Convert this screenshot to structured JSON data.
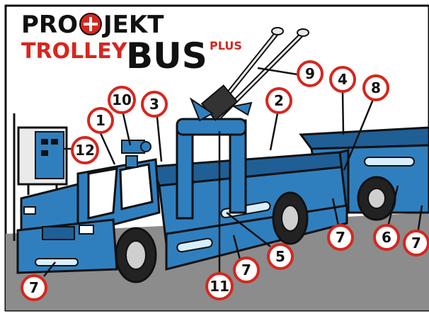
{
  "logo": {
    "line1_part1": "PRO",
    "line1_part2": "JEKT",
    "line2_trolley": "TROLLEY",
    "line2_bus": "BUS",
    "line2_plus": "PLUS",
    "cross_icon": "plus-cross-icon"
  },
  "colors": {
    "vehicle_blue": "#2f7fbf",
    "vehicle_blue_dark": "#1f5f96",
    "highlight": "#d8eefb",
    "badge_red": "#d7261e",
    "logo_black": "#111111",
    "logo_red": "#d7261e",
    "ground": "#8c8c8c"
  },
  "callouts": [
    {
      "id": "1",
      "label": "1"
    },
    {
      "id": "2",
      "label": "2"
    },
    {
      "id": "3",
      "label": "3"
    },
    {
      "id": "4",
      "label": "4"
    },
    {
      "id": "5",
      "label": "5"
    },
    {
      "id": "6",
      "label": "6"
    },
    {
      "id": "7a",
      "label": "7"
    },
    {
      "id": "7b",
      "label": "7"
    },
    {
      "id": "7c",
      "label": "7"
    },
    {
      "id": "7d",
      "label": "7"
    },
    {
      "id": "8",
      "label": "8"
    },
    {
      "id": "9",
      "label": "9"
    },
    {
      "id": "10",
      "label": "10"
    },
    {
      "id": "11",
      "label": "11"
    },
    {
      "id": "12",
      "label": "12"
    }
  ]
}
